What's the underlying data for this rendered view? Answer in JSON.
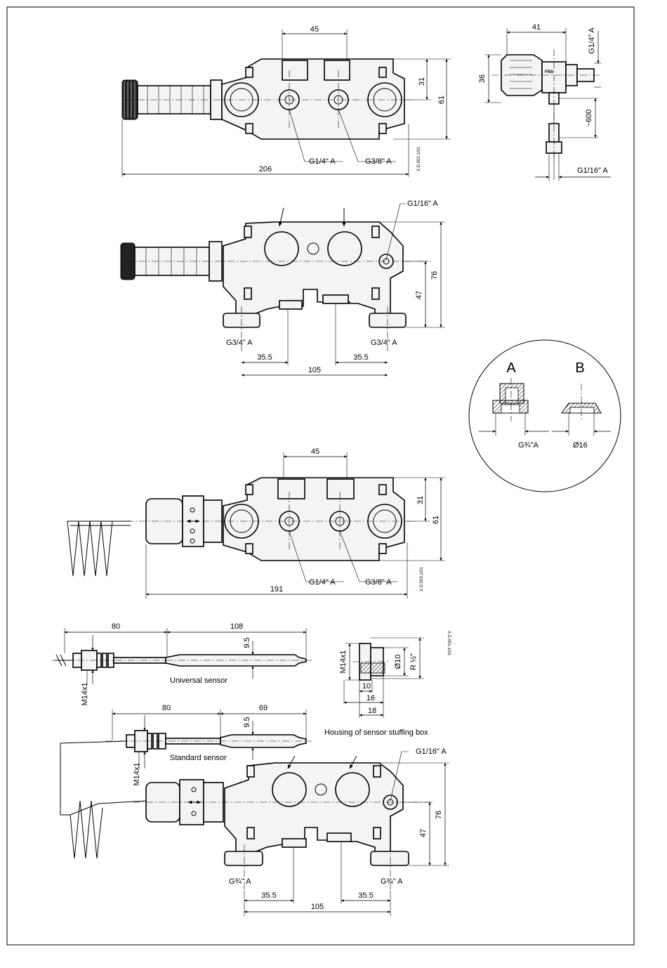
{
  "drawing1": {
    "dims": {
      "d45": "45",
      "d31": "31",
      "d61": "61",
      "d206": "206"
    },
    "labels": {
      "g14": "G1/4\" A",
      "g38": "G3/8\" A"
    },
    "code": "X.D.002.1/01"
  },
  "sideview": {
    "dims": {
      "d41": "41",
      "d36": "36",
      "d600": "~600"
    },
    "labels": {
      "g14": "G1/4\" A",
      "g116": "G1/16\" A",
      "brand": "FNS"
    }
  },
  "drawing2": {
    "dims": {
      "d76": "76",
      "d47": "47",
      "d35a": "35.5",
      "d35b": "35.5",
      "d105": "105"
    },
    "labels": {
      "g116": "G1/16\" A",
      "g34l": "G3/4\" A",
      "g34r": "G3/4\" A"
    }
  },
  "detail": {
    "labelA": "A",
    "labelB": "B",
    "threadA": "G¾\"A",
    "diaB": "Ø16"
  },
  "drawing3": {
    "dims": {
      "d45": "45",
      "d31": "31",
      "d61": "61",
      "d191": "191"
    },
    "labels": {
      "g14": "G1/4\" A",
      "g38": "G3/8\" A"
    },
    "code": "X.D.003.1/01"
  },
  "universal": {
    "dims": {
      "d80": "80",
      "d108": "108",
      "d95": "9.5"
    },
    "thread": "M14x1",
    "caption": "Universal sensor"
  },
  "housing": {
    "dims": {
      "d10": "10",
      "d16": "16",
      "d18": "18",
      "dia10": "Ø10",
      "r12": "R ½\""
    },
    "thread": "M14x1",
    "caption": "Housing of sensor stuffing box",
    "code": "X.D.001.1/01"
  },
  "standard": {
    "dims": {
      "d80": "80",
      "d69": "69",
      "d95": "9.5"
    },
    "thread": "M14x1",
    "caption": "Standard sensor"
  },
  "drawing4": {
    "dims": {
      "d76": "76",
      "d47": "47",
      "d35a": "35.5",
      "d35b": "35.5",
      "d105": "105"
    },
    "labels": {
      "g116": "G1/16\" A",
      "g34l": "G¾\" A",
      "g34r": "G¾\" A"
    }
  }
}
